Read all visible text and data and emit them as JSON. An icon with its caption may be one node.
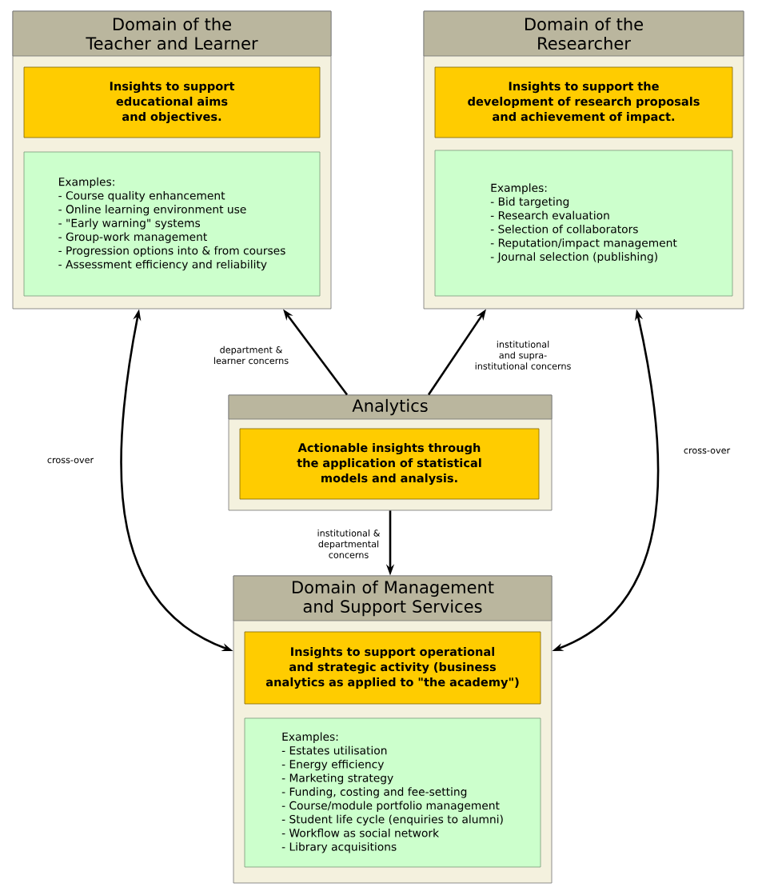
{
  "diagram": {
    "nodes": [
      {
        "text": [
          "Domain of the Teacher and Learner"
        ]
      },
      {
        "text": [
          "Insights to support educational aims and objectives."
        ],
        "in": 0
      },
      {
        "text": [
          "Examples:",
          "- Course quality enhancement",
          "- Online learning environment use",
          "- \"Early warning\" systems",
          "- Group-work management",
          "- Progression options into & from courses",
          "- Assessment efficiency and reliability"
        ],
        "in": 0
      },
      {
        "text": [
          "Domain of the Researcher"
        ]
      },
      {
        "text": [
          "Insights to support the development of research proposals and achievement of impact."
        ],
        "in": 3
      },
      {
        "text": [
          "Examples:",
          "- Bid targeting",
          "- Research evaluation",
          "- Selection of collaborators",
          "- Reputation/impact management",
          "- Journal selection (publishing)"
        ],
        "in": 3
      },
      {
        "text": [
          "Analytics"
        ]
      },
      {
        "text": [
          "Actionable insights through the application of statistical models and analysis."
        ],
        "in": 6
      },
      {
        "text": [
          "Domain of Management and Support Services"
        ]
      },
      {
        "text": [
          "Insights to support operational and strategic activity (business analytics as applied to \"the academy\")"
        ],
        "in": 8
      },
      {
        "text": [
          "Examples:",
          "- Estates utilisation",
          "- Energy efficiency",
          "- Marketing strategy",
          "- Funding, costing and fee-setting",
          "- Course/module portfolio management",
          "- Student life cycle (enquiries to alumni)",
          "- Workflow as social network",
          "- Library acquisitions"
        ],
        "in": 8
      }
    ],
    "edges": [
      {
        "from": 6,
        "to": 0,
        "arrow": "to",
        "label": "department & learner concerns"
      },
      {
        "from": 6,
        "to": 3,
        "arrow": "to",
        "label": "institutional and supra-institutional concerns"
      },
      {
        "from": 6,
        "to": 8,
        "arrow": "to",
        "label": "institutional & departmental concerns"
      },
      {
        "from": 0,
        "to": 8,
        "arrow": "both",
        "label": "cross-over"
      },
      {
        "from": 3,
        "to": 8,
        "arrow": "both",
        "label": "cross-over"
      }
    ]
  }
}
